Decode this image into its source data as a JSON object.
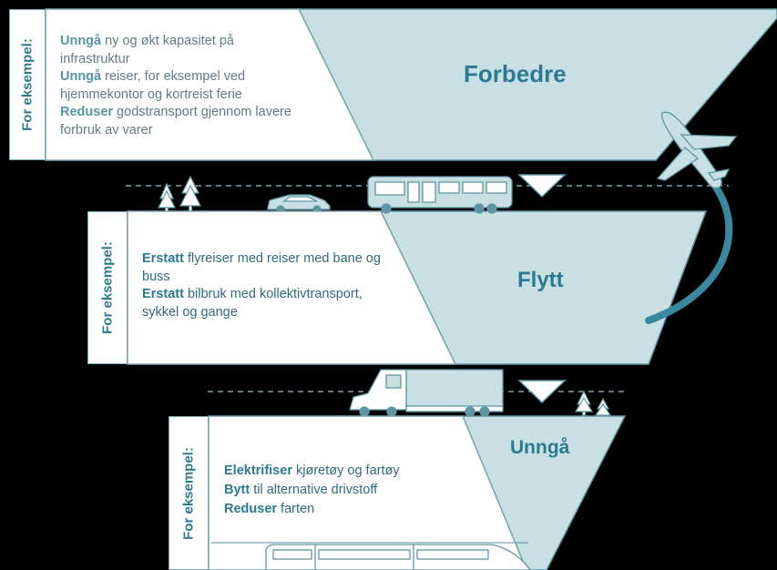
{
  "side_label": "For eksempel:",
  "stages": {
    "forbedre": {
      "title": "Forbedre"
    },
    "flytt": {
      "title": "Flytt"
    },
    "unnga": {
      "title": "Unngå"
    }
  },
  "panel_top": {
    "items": [
      {
        "bold": "Unngå",
        "text": " ny og økt kapasitet på infrastruktur"
      },
      {
        "bold": "Unngå",
        "text": " reiser, for eksempel ved hjemmekontor og kortreist ferie"
      },
      {
        "bold": "Reduser",
        "text": " godstransport gjennom lavere forbruk av varer"
      }
    ]
  },
  "panel_middle": {
    "items": [
      {
        "bold": "Erstatt",
        "text": " flyreiser med reiser med bane og buss"
      },
      {
        "bold": "Erstatt",
        "text": " bilbruk med kollektivtransport, sykkel og gange"
      }
    ]
  },
  "panel_bottom": {
    "items": [
      {
        "bold": "Elektrifiser",
        "text": " kjøretøy og fartøy"
      },
      {
        "bold": "Bytt",
        "text": " til alternative drivstoff"
      },
      {
        "bold": "Reduser",
        "text": " farten"
      }
    ]
  },
  "colors": {
    "funnel_fill": "#c8dfe4",
    "funnel_stroke": "#5e96a3",
    "accent": "#2c7a91",
    "arc": "#3a87a0"
  },
  "icons": [
    "tree-icon",
    "car-icon",
    "bus-icon",
    "airplane-icon",
    "truck-icon",
    "train-icon",
    "down-arrow-icon"
  ]
}
